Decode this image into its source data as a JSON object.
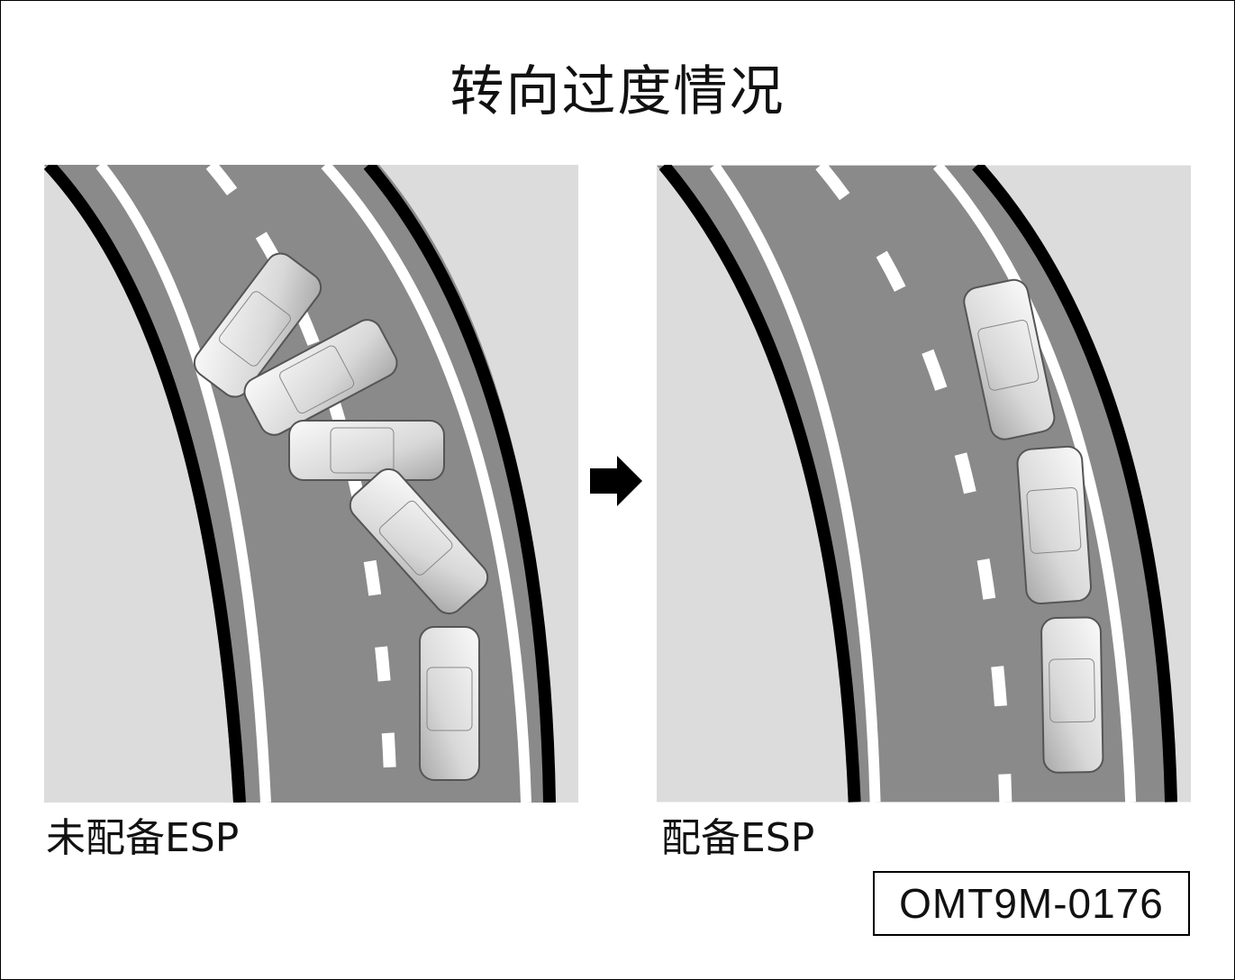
{
  "title": "转向过度情况",
  "panels": [
    {
      "label": "未配备ESP",
      "car_count": 5
    },
    {
      "label": "配备ESP",
      "car_count": 3
    }
  ],
  "figure_code": "OMT9M-0176",
  "icons": {
    "arrow": "right-arrow-icon"
  }
}
